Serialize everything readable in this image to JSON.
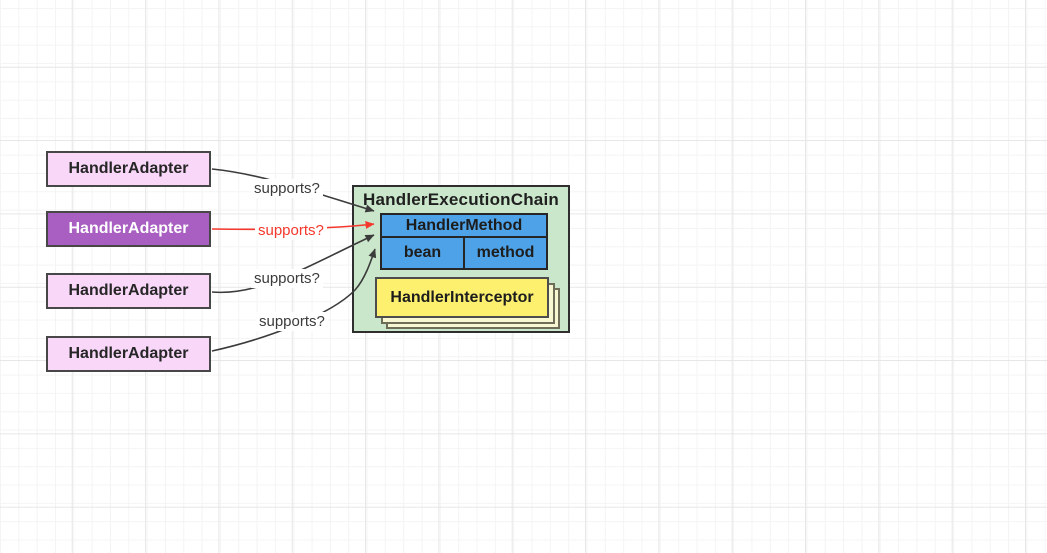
{
  "diagram": {
    "adapters": [
      {
        "label": "HandlerAdapter",
        "highlighted": false
      },
      {
        "label": "HandlerAdapter",
        "highlighted": true
      },
      {
        "label": "HandlerAdapter",
        "highlighted": false
      },
      {
        "label": "HandlerAdapter",
        "highlighted": false
      }
    ],
    "edges": [
      {
        "label": "supports?",
        "color": "#3b3b3b"
      },
      {
        "label": "supports?",
        "color": "#f4382d"
      },
      {
        "label": "supports?",
        "color": "#3b3b3b"
      },
      {
        "label": "supports?",
        "color": "#3b3b3b"
      }
    ],
    "execution_chain": {
      "title": "HandlerExecutionChain",
      "fill": "#cbe7cb",
      "handler_method": {
        "title": "HandlerMethod",
        "fill": "#4da2e8",
        "fields": [
          "bean",
          "method"
        ]
      },
      "interceptor": {
        "label": "HandlerInterceptor",
        "fill": "#fdf06e",
        "stack_fill": "#f7f7d2"
      }
    },
    "colors": {
      "adapter_fill": "#f8d7f9",
      "adapter_highlight_fill": "#a95fc2",
      "adapter_highlight_text": "#ffffff",
      "edge_black": "#3b3b3b",
      "edge_red": "#f4382d",
      "grid_minor": "#f4f4f4",
      "grid_major": "#e6e6e6",
      "canvas_bg": "#ffffff"
    }
  }
}
